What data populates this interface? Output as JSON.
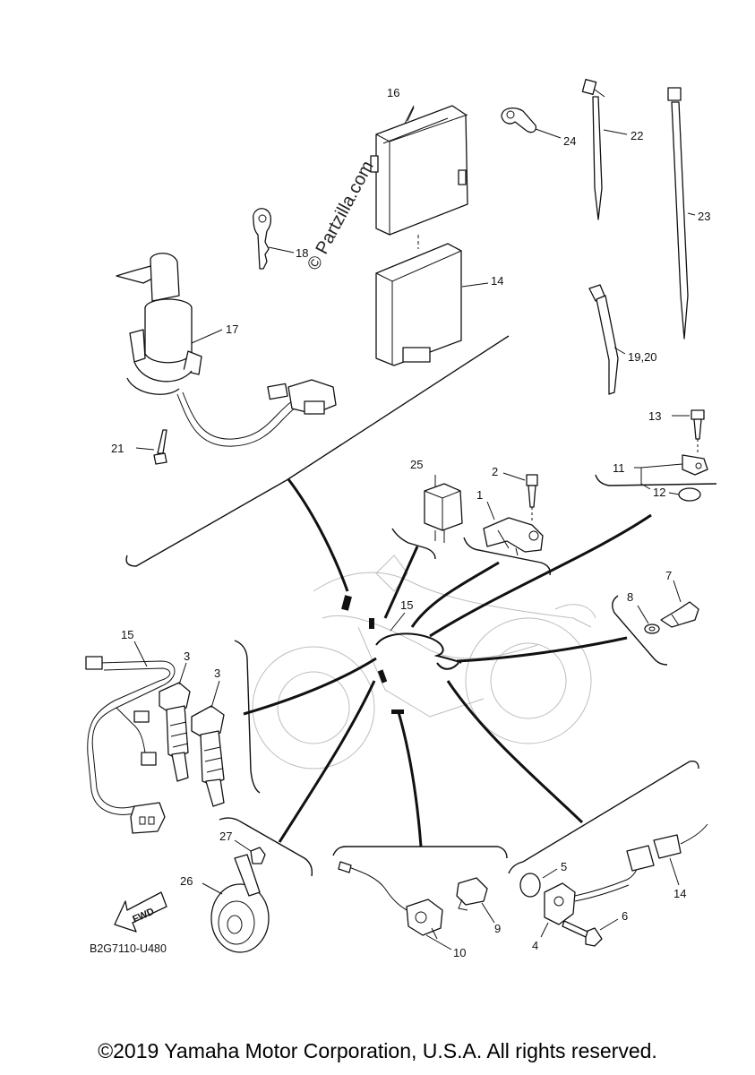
{
  "diagram": {
    "watermark": "© Partzilla.com",
    "drawing_code": "B2G7110-U480",
    "fwd_label": "FWD",
    "copyright": "©2019 Yamaha Motor Corporation, U.S.A. All rights reserved.",
    "callouts": {
      "c1": "1",
      "c2": "2",
      "c3a": "3",
      "c3b": "3",
      "c4": "4",
      "c5": "5",
      "c6": "6",
      "c7": "7",
      "c8": "8",
      "c9": "9",
      "c10": "10",
      "c11": "11",
      "c12": "12",
      "c13": "13",
      "c14a": "14",
      "c14b": "14",
      "c15a": "15",
      "c15b": "15",
      "c16": "16",
      "c17": "17",
      "c18": "18",
      "c19": "19,20",
      "c21": "21",
      "c22": "22",
      "c23": "23",
      "c24": "24",
      "c25": "25",
      "c26": "26",
      "c27": "27"
    }
  }
}
